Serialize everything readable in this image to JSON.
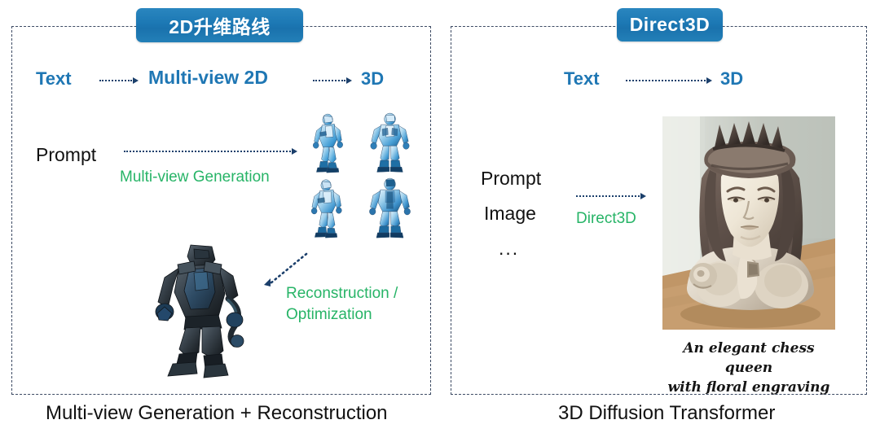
{
  "left_panel": {
    "badge": "2D升维路线",
    "pipeline": {
      "stage1": "Text",
      "stage2": "Multi-view 2D",
      "stage3": "3D",
      "arrow1": "dotted-arrow-icon",
      "arrow2": "dotted-arrow-icon"
    },
    "input_label": "Prompt",
    "step1_label": "Multi-view Generation",
    "step2_label": "Reconstruction /\nOptimization",
    "step2_line1": "Reconstruction /",
    "step2_line2": "Optimization",
    "multiview_grid": [
      {
        "alt": "robot-view-front-left"
      },
      {
        "alt": "robot-view-front"
      },
      {
        "alt": "robot-view-back-left"
      },
      {
        "alt": "robot-view-back"
      }
    ],
    "reconstructed_asset": {
      "alt": "reconstructed-3d-robot"
    },
    "footer": "Multi-view Generation + Reconstruction"
  },
  "right_panel": {
    "badge": "Direct3D",
    "pipeline": {
      "stage1": "Text",
      "stage2": "3D",
      "arrow1": "dotted-arrow-icon"
    },
    "inputs": [
      "Prompt",
      "Image",
      "..."
    ],
    "input_prompt": "Prompt",
    "input_image": "Image",
    "input_more": "...",
    "method_label": "Direct3D",
    "result_image": {
      "alt": "3d-chess-queen-bust-photo"
    },
    "result_caption_line1": "An elegant chess queen",
    "result_caption_line2": "with floral engraving",
    "footer": "3D Diffusion Transformer"
  },
  "colors": {
    "accent_blue": "#1f77b4",
    "badge_blue": "#1c78b4",
    "accent_green": "#27b467",
    "arrow_navy": "#1b3f6b",
    "panel_border": "#3c4a63",
    "text_black": "#111111"
  }
}
